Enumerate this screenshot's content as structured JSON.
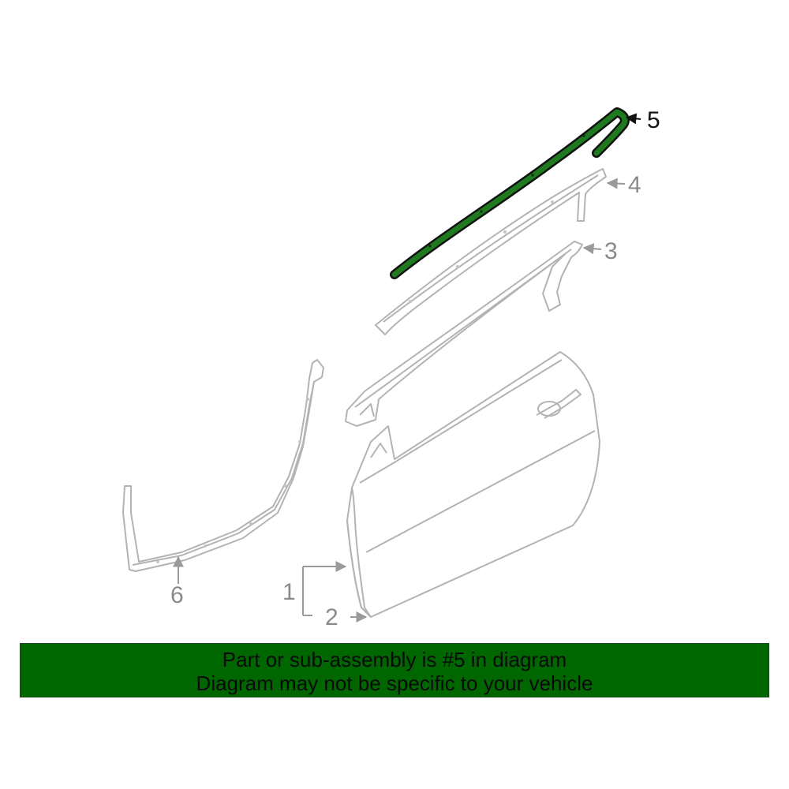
{
  "diagram": {
    "highlight_color": "#1f6b1f",
    "line_color": "#b3b3b3",
    "callouts": [
      {
        "id": "1",
        "label": "1",
        "part": "door-shell",
        "highlighted": false
      },
      {
        "id": "2",
        "label": "2",
        "part": "door-shell-lower",
        "highlighted": false
      },
      {
        "id": "3",
        "label": "3",
        "part": "door-frame-weatherstrip",
        "highlighted": false
      },
      {
        "id": "4",
        "label": "4",
        "part": "upper-trim-molding",
        "highlighted": false
      },
      {
        "id": "5",
        "label": "5",
        "part": "roof-drip-molding",
        "highlighted": true
      },
      {
        "id": "6",
        "label": "6",
        "part": "body-side-weatherstrip",
        "highlighted": false
      }
    ]
  },
  "banner": {
    "background": "#006600",
    "line1": "Part or sub-assembly is #5 in diagram",
    "line2": "Diagram may not be specific to your vehicle"
  }
}
